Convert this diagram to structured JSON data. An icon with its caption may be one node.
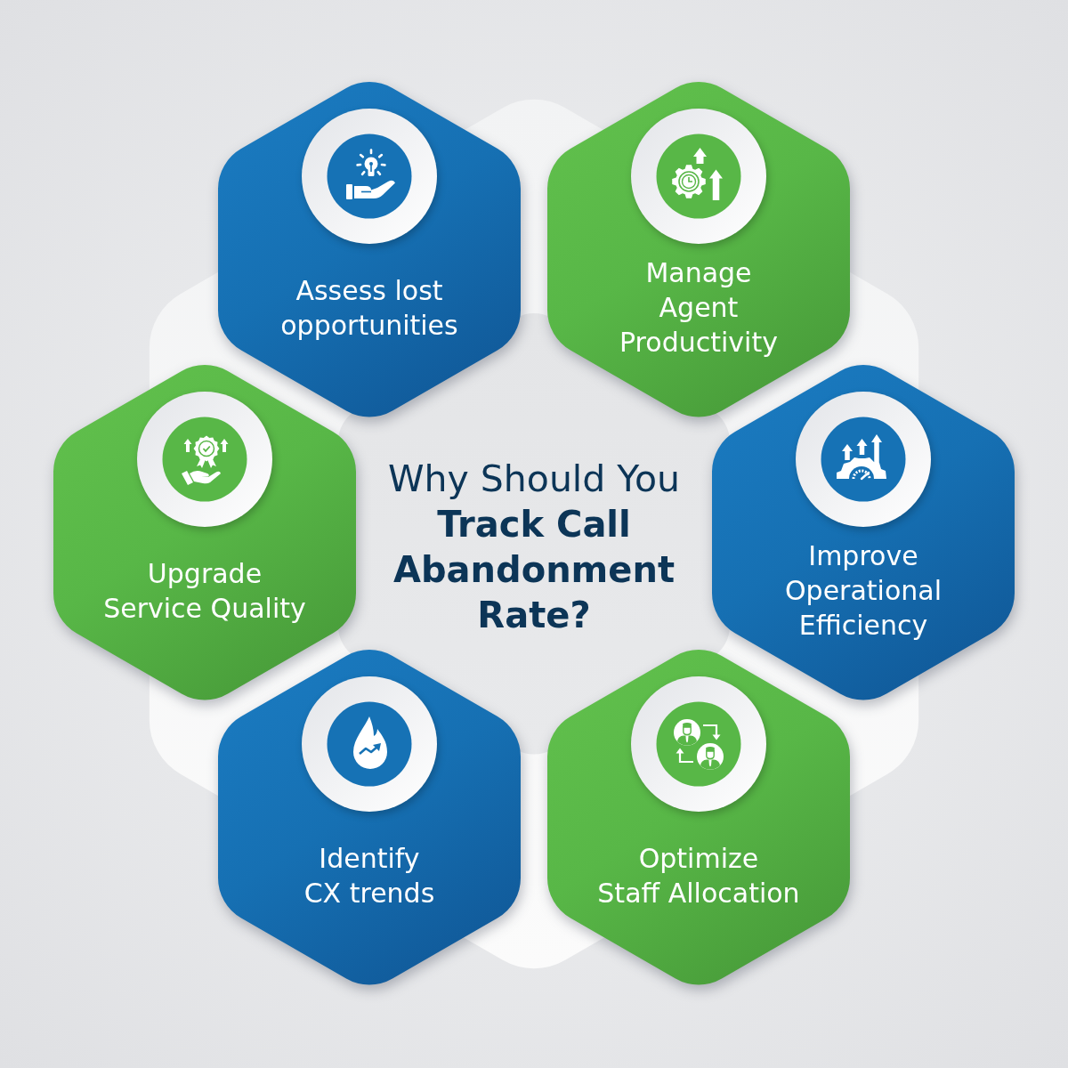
{
  "diagram": {
    "nodes": [
      {
        "text": [
          "Why Should You **Track Call Abandonment Rate?**"
        ]
      },
      {
        "text": [
          "Assess lost opportunities"
        ]
      },
      {
        "text": [
          "Manage Agent Productivity"
        ]
      },
      {
        "text": [
          "Upgrade Service Quality"
        ]
      },
      {
        "text": [
          "Improve Operational Efficiency"
        ]
      },
      {
        "text": [
          "Identify CX trends"
        ]
      },
      {
        "text": [
          "Optimize Staff Allocation"
        ]
      }
    ]
  }
}
